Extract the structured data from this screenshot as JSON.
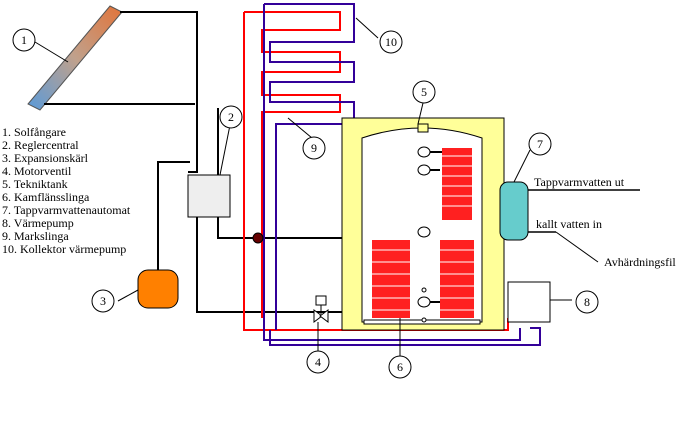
{
  "legend": [
    "1. Solfångare",
    "2. Reglercentral",
    "3. Expansionskärl",
    "4. Motorventil",
    "5. Tekniktank",
    "6. Kamflänsslinga",
    "7. Tappvarmvattenautomat",
    "8. Värmepump",
    "9. Markslinga",
    "10. Kollektor värmepump"
  ],
  "callouts": [
    "1",
    "2",
    "3",
    "4",
    "5",
    "6",
    "7",
    "8",
    "9",
    "10"
  ],
  "labels": {
    "hot_out": "Tappvarmvatten ut",
    "cold_in": "kallt vatten in",
    "softener": "Avhärdningsfil"
  },
  "colors": {
    "hot_pipe": "#ff0000",
    "cold_pipe": "#330099",
    "tank_housing": "#ffff99",
    "expansion_vessel": "#ff8000",
    "hot_water_unit": "#66cccc",
    "heating_coil": "#ff0000"
  }
}
